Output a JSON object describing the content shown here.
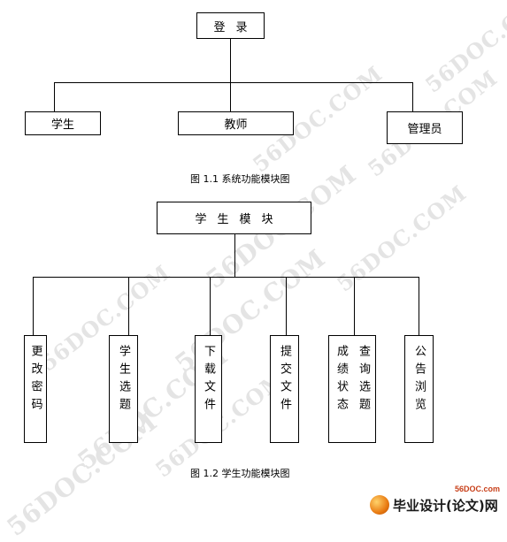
{
  "diagram1": {
    "root": "登录",
    "children": [
      "学生",
      "教师",
      "管理员"
    ],
    "caption": "图 1.1 系统功能模块图"
  },
  "diagram2": {
    "root": "学生模块",
    "children": [
      "更改密码",
      "学生选题",
      "下载文件",
      "提交文件",
      "查询选题成绩状态",
      "公告浏览"
    ],
    "caption": "图 1.2 学生功能模块图"
  },
  "watermark": {
    "text": "56DOC.COM"
  },
  "logo": {
    "site": "56DOC.com",
    "text": "毕业设计(论文)网"
  }
}
